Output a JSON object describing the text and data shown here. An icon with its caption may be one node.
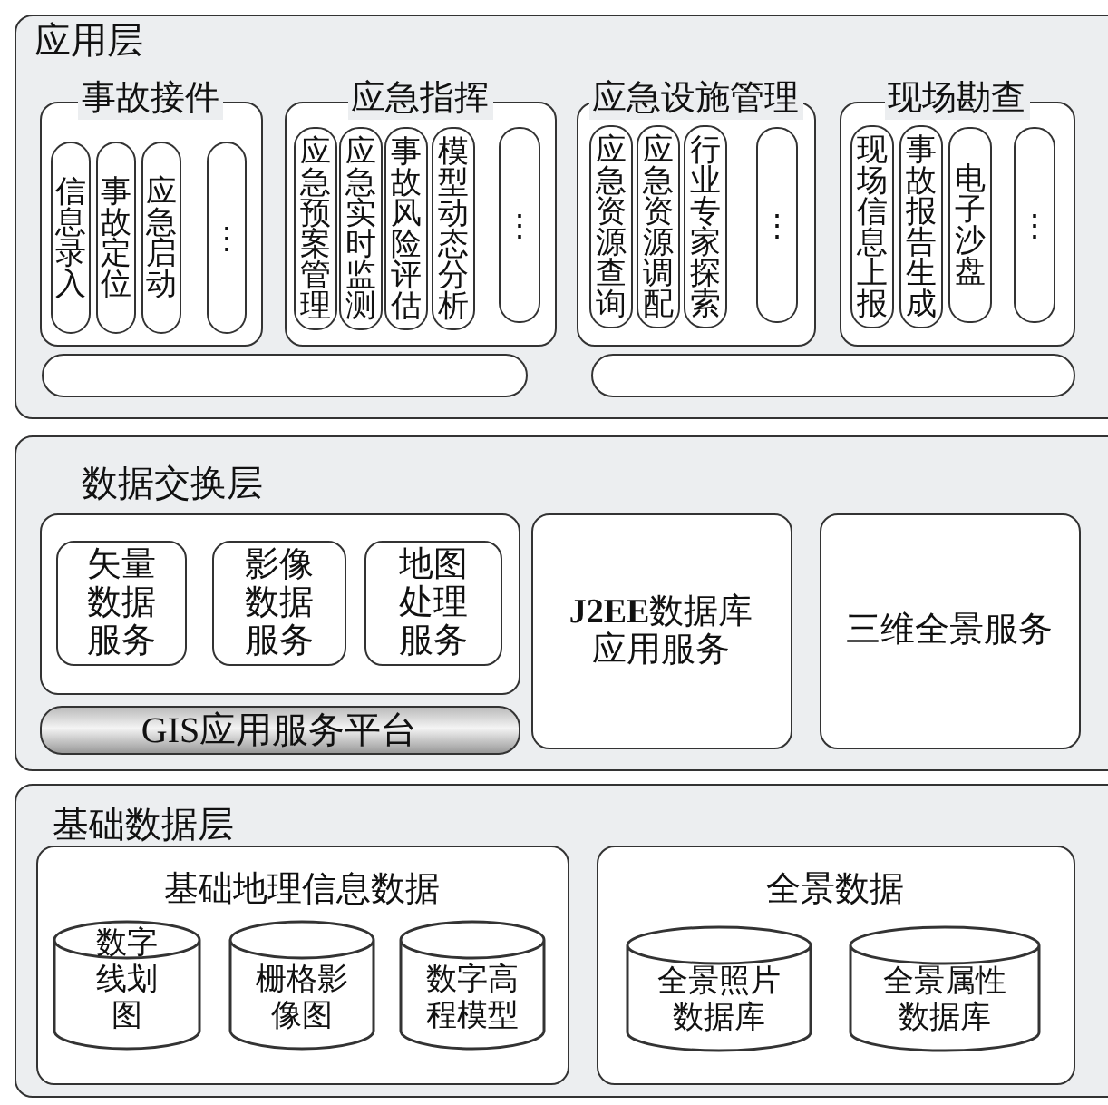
{
  "diagram": {
    "nodes": [
      {
        "text": [
          "应用层"
        ]
      },
      {
        "text": [
          "事故接件"
        ],
        "in": 0
      },
      {
        "text": [
          "信息录入"
        ],
        "in": 1
      },
      {
        "text": [
          "事故定位"
        ],
        "in": 1
      },
      {
        "text": [
          "应急启动"
        ],
        "in": 1
      },
      {
        "text": [
          "⋮"
        ],
        "in": 1
      },
      {
        "text": [
          "应急指挥"
        ],
        "in": 0
      },
      {
        "text": [
          "应急预案管理"
        ],
        "in": 6
      },
      {
        "text": [
          "应急实时监测"
        ],
        "in": 6
      },
      {
        "text": [
          "事故风险评估"
        ],
        "in": 6
      },
      {
        "text": [
          "模型动态分析"
        ],
        "in": 6
      },
      {
        "text": [
          "⋮"
        ],
        "in": 6
      },
      {
        "text": [
          "应急设施管理"
        ],
        "in": 0
      },
      {
        "text": [
          "应急资源查询"
        ],
        "in": 12
      },
      {
        "text": [
          "应急资源调配"
        ],
        "in": 12
      },
      {
        "text": [
          "行业专家探索"
        ],
        "in": 12
      },
      {
        "text": [
          "⋮"
        ],
        "in": 12
      },
      {
        "text": [
          "现场勘查"
        ],
        "in": 0
      },
      {
        "text": [
          "现场信息上报"
        ],
        "in": 17
      },
      {
        "text": [
          "事故报告生成"
        ],
        "in": 17
      },
      {
        "text": [
          "电子沙盘"
        ],
        "in": 17
      },
      {
        "text": [
          "⋮"
        ],
        "in": 17
      },
      {
        "text": [],
        "shape": "box",
        "in": 0
      },
      {
        "text": [],
        "shape": "box",
        "in": 0
      },
      {
        "text": [
          "数据交换层"
        ]
      },
      {
        "text": [],
        "shape": "box",
        "in": 24
      },
      {
        "text": [
          "矢量数据服务"
        ],
        "in": 25
      },
      {
        "text": [
          "影像数据服务"
        ],
        "in": 25
      },
      {
        "text": [
          "地图处理服务"
        ],
        "in": 25
      },
      {
        "text": [
          "GIS应用服务平台"
        ],
        "in": 24
      },
      {
        "text": [
          "**J2EE**数据库应用服务"
        ],
        "in": 24
      },
      {
        "text": [
          "三维全景服务"
        ],
        "in": 24
      },
      {
        "text": [
          "基础数据层"
        ]
      },
      {
        "text": [
          "基础地理信息数据"
        ],
        "in": 32
      },
      {
        "text": [
          "数字线划图"
        ],
        "in": 33
      },
      {
        "text": [
          "栅格影像图"
        ],
        "in": 33
      },
      {
        "text": [
          "数字高程模型"
        ],
        "in": 33
      },
      {
        "text": [
          "全景数据"
        ],
        "in": 32
      },
      {
        "text": [
          "全景照片数据库"
        ],
        "in": 37
      },
      {
        "text": [
          "全景属性数据库"
        ],
        "in": 37
      }
    ],
    "edges": []
  }
}
